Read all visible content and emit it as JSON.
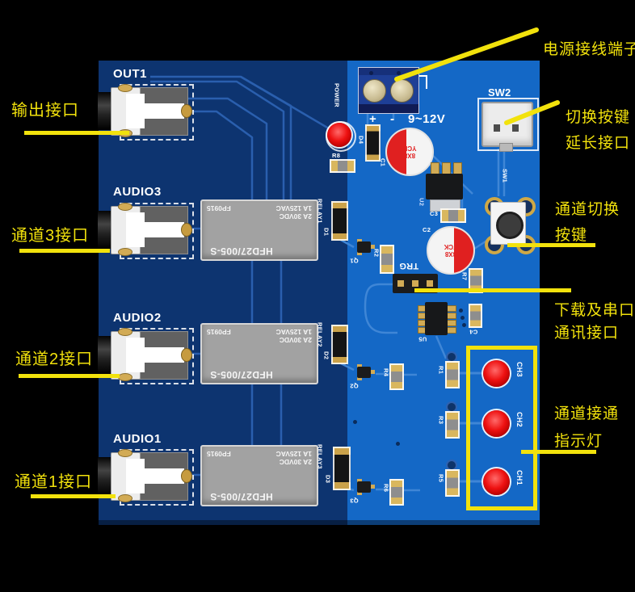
{
  "colors": {
    "background": "#000000",
    "board_dark": "#0d3470",
    "board_bright": "#1468c6",
    "annotation_yellow": "#f2e20c",
    "silkscreen_white": "#ffffff",
    "led_red": "#e01010",
    "relay_gray": "#a2a2a2"
  },
  "annotations": {
    "power_terminal": "电源接线端子",
    "output_port": "输出接口",
    "switch_extension_line1": "切换按键",
    "switch_extension_line2": "延长接口",
    "channel_switch_line1": "通道切换",
    "channel_switch_line2": "按键",
    "channel3_port": "通道3接口",
    "download_serial_line1": "下载及串口",
    "download_serial_line2": "通讯接口",
    "channel2_port": "通道2接口",
    "indicator_line1": "通道接通",
    "indicator_line2": "指示灯",
    "channel1_port": "通道1接口"
  },
  "silkscreen": {
    "jacks": [
      {
        "label": "OUT1"
      },
      {
        "label": "AUDIO3"
      },
      {
        "label": "AUDIO2"
      },
      {
        "label": "AUDIO1"
      }
    ],
    "power_label": "POWER",
    "plus": "+",
    "minus": "-",
    "voltage": "9~12V",
    "sw2": "SW2",
    "sw1": "SW1",
    "trg": "TRG",
    "refs": {
      "r8": "R8",
      "d4": "D4",
      "c1": "C1",
      "u2": "U2",
      "c3": "C3",
      "c2": "C2",
      "q1": "Q1",
      "r2": "R2",
      "r7": "R7",
      "u5": "U5",
      "c4": "C4",
      "q2": "Q2",
      "r4": "R4",
      "q3": "Q3",
      "r6": "R6"
    },
    "relays": [
      {
        "ref": "RELAY1",
        "diode": "D1"
      },
      {
        "ref": "RELAY2",
        "diode": "D2"
      },
      {
        "ref": "RELAY3",
        "diode": "D3"
      }
    ],
    "led_channels": [
      {
        "label": "CH3",
        "resistor": "R1"
      },
      {
        "label": "CH2",
        "resistor": "R3"
      },
      {
        "label": "CH1",
        "resistor": "R5"
      }
    ]
  },
  "relay_print": {
    "model": "HFD27/005-S",
    "spec1": "2A 30VDC",
    "spec2": "1A 125VAC",
    "code": "FP0915"
  },
  "capacitor_print": {
    "line1": "8X8",
    "line2": "YCK"
  }
}
